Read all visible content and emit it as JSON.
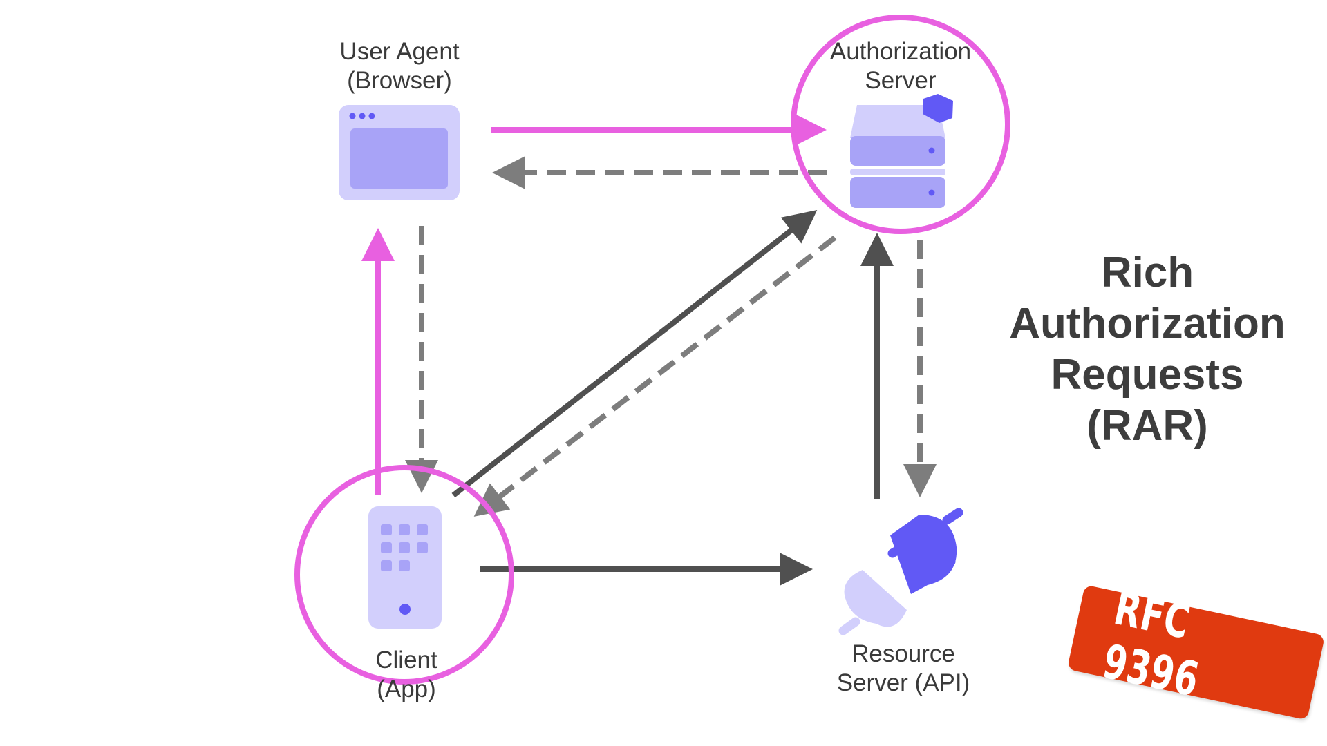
{
  "nodes": {
    "user_agent": {
      "line1": "User Agent",
      "line2": "(Browser)"
    },
    "auth_server": {
      "line1": "Authorization",
      "line2": "Server"
    },
    "client": {
      "line1": "Client",
      "line2": "(App)"
    },
    "resource_server": {
      "line1": "Resource",
      "line2": "Server (API)"
    }
  },
  "title": {
    "line1": "Rich",
    "line2": "Authorization",
    "line3": "Requests",
    "line4": "(RAR)"
  },
  "badge": {
    "label": "RFC 9396"
  },
  "icons": {
    "user_agent": "browser-window-icon",
    "auth_server": "server-stack-icon",
    "client": "mobile-phone-icon",
    "resource_server": "plug-connector-icon"
  },
  "colors": {
    "highlight": "#e860e0",
    "icon_light": "#d2cffc",
    "icon_mid": "#a8a3f7",
    "icon_accent": "#6159f5",
    "arrow_solid": "#505050",
    "arrow_dashed": "#7d7d7d",
    "badge": "#e03a10",
    "text": "#3a3a3a"
  }
}
